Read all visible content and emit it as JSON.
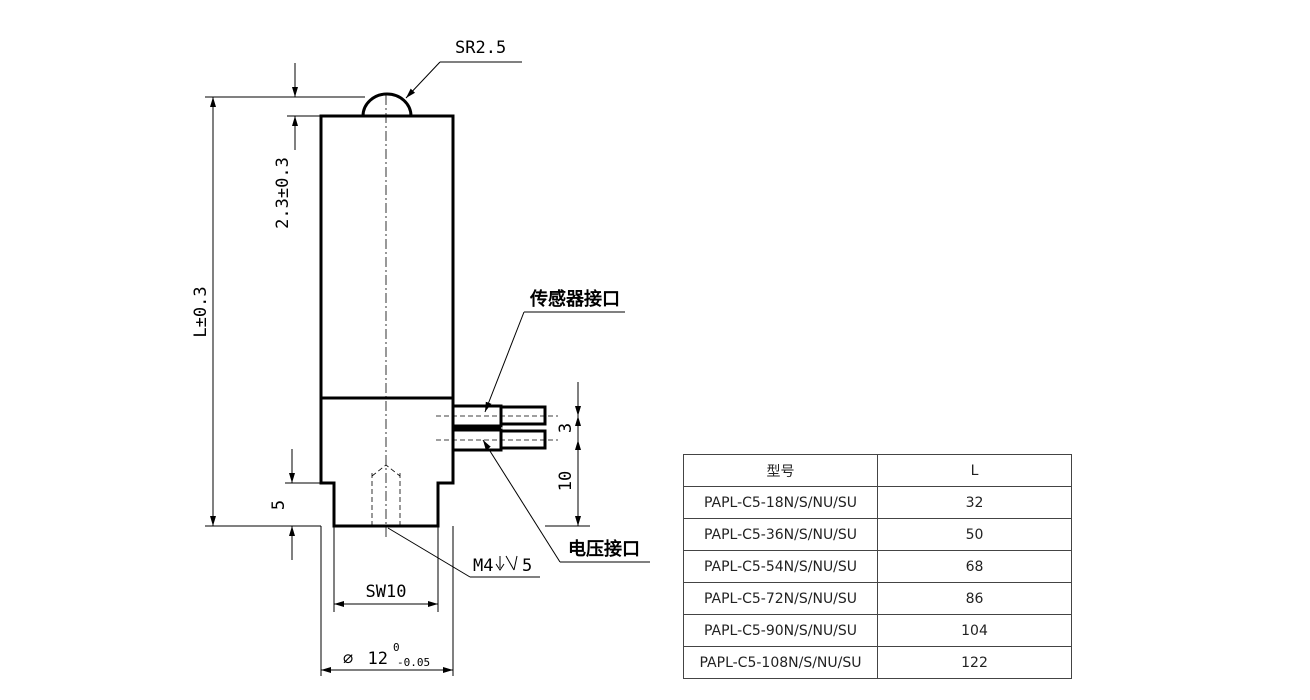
{
  "drawing": {
    "sr_label": "SR2.5",
    "dim_top": "2.3±0.3",
    "dim_length": "L±0.3",
    "sensor_port": "传感器接口",
    "dim_pin_pitch": "3",
    "dim_pin_height": "10",
    "voltage_port": "电压接口",
    "dim_base": "5",
    "thread": "M4",
    "thread_depth": "5",
    "sw_label": "SW10",
    "dia_symbol": "∅",
    "dia_value": "12",
    "dia_tol_upper": "0",
    "dia_tol_lower": "-0.05"
  },
  "table": {
    "headers": [
      "型号",
      "L"
    ],
    "rows": [
      [
        "PAPL-C5-18N/S/NU/SU",
        "32"
      ],
      [
        "PAPL-C5-36N/S/NU/SU",
        "50"
      ],
      [
        "PAPL-C5-54N/S/NU/SU",
        "68"
      ],
      [
        "PAPL-C5-72N/S/NU/SU",
        "86"
      ],
      [
        "PAPL-C5-90N/S/NU/SU",
        "104"
      ],
      [
        "PAPL-C5-108N/S/NU/SU",
        "122"
      ]
    ]
  }
}
